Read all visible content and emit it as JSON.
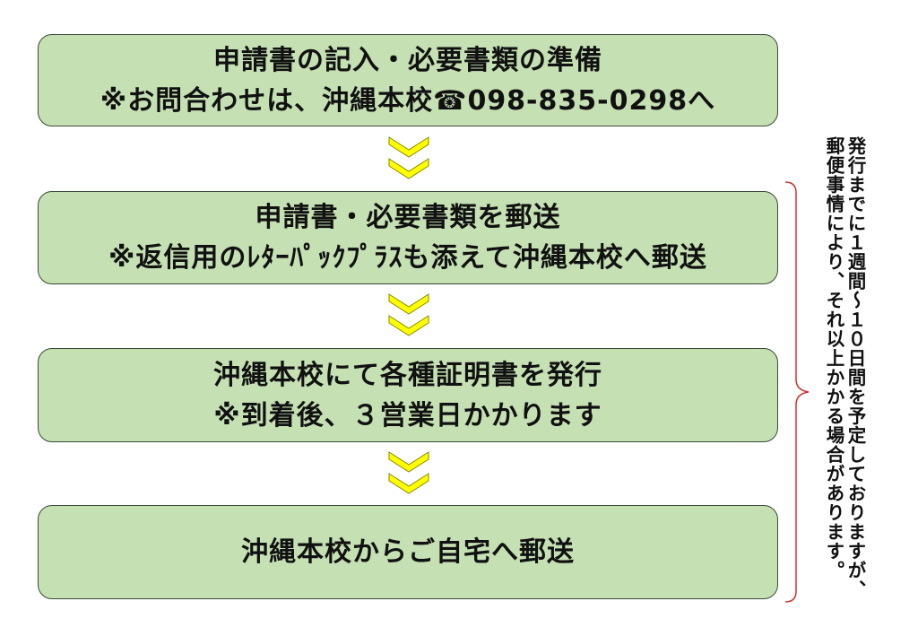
{
  "steps": [
    {
      "line1": "申請書の記入・必要書類の準備",
      "line2": "※お問合わせは、沖縄本校☎098-835-0298へ"
    },
    {
      "line1": "申請書・必要書類を郵送",
      "line2": "※返信用のﾚﾀｰﾊﾟｯｸﾌﾟﾗｽも添えて沖縄本校へ郵送"
    },
    {
      "line1": "沖縄本校にて各種証明書を発行",
      "line2": "※到着後、３営業日かかります"
    },
    {
      "line1": "沖縄本校からご自宅へ郵送"
    }
  ],
  "note": {
    "line1": "発行までに１週間～１０日間を予定しておりますが、",
    "line2": "郵便事情により、それ以上かかる場合があります。"
  },
  "colors": {
    "box_fill": "#c5e0b3",
    "chevron": "#ffff00",
    "bracket": "#d03030"
  }
}
